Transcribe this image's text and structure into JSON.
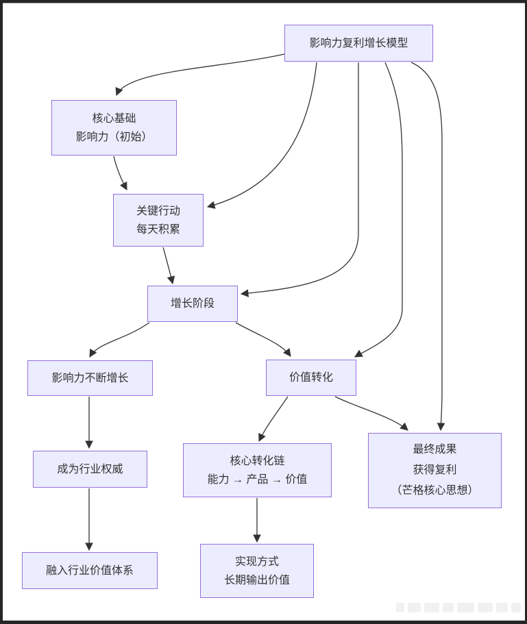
{
  "diagram": {
    "type": "flowchart",
    "direction": "top-down",
    "nodes": {
      "model": {
        "lines": [
          "影响力复利增长模型"
        ]
      },
      "foundation": {
        "lines": [
          "核心基础",
          "影响力（初始）"
        ]
      },
      "action": {
        "lines": [
          "关键行动",
          "每天积累"
        ]
      },
      "growth": {
        "lines": [
          "增长阶段"
        ]
      },
      "influence": {
        "lines": [
          "影响力不断增长"
        ]
      },
      "value": {
        "lines": [
          "价值转化"
        ]
      },
      "authority": {
        "lines": [
          "成为行业权威"
        ]
      },
      "chain": {
        "lines": [
          "核心转化链",
          "能力 → 产品 → 价值"
        ]
      },
      "result": {
        "lines": [
          "最终成果",
          "获得复利",
          "（芒格核心思想）"
        ]
      },
      "ecosystem": {
        "lines": [
          "融入行业价值体系"
        ]
      },
      "implementation": {
        "lines": [
          "实现方式",
          "长期输出价值"
        ]
      }
    },
    "edges": [
      {
        "from": "model",
        "to": "foundation"
      },
      {
        "from": "foundation",
        "to": "action"
      },
      {
        "from": "model",
        "to": "action"
      },
      {
        "from": "action",
        "to": "growth"
      },
      {
        "from": "model",
        "to": "growth"
      },
      {
        "from": "growth",
        "to": "influence"
      },
      {
        "from": "growth",
        "to": "value"
      },
      {
        "from": "model",
        "to": "value"
      },
      {
        "from": "model",
        "to": "result"
      },
      {
        "from": "influence",
        "to": "authority"
      },
      {
        "from": "authority",
        "to": "ecosystem"
      },
      {
        "from": "value",
        "to": "chain"
      },
      {
        "from": "value",
        "to": "result"
      },
      {
        "from": "chain",
        "to": "implementation"
      }
    ],
    "colors": {
      "node_fill": "#ECECFF",
      "node_border": "#9370DB",
      "edge": "#333333",
      "text": "#333333",
      "frame": "#262626",
      "canvas": "#FFFFFF"
    }
  }
}
